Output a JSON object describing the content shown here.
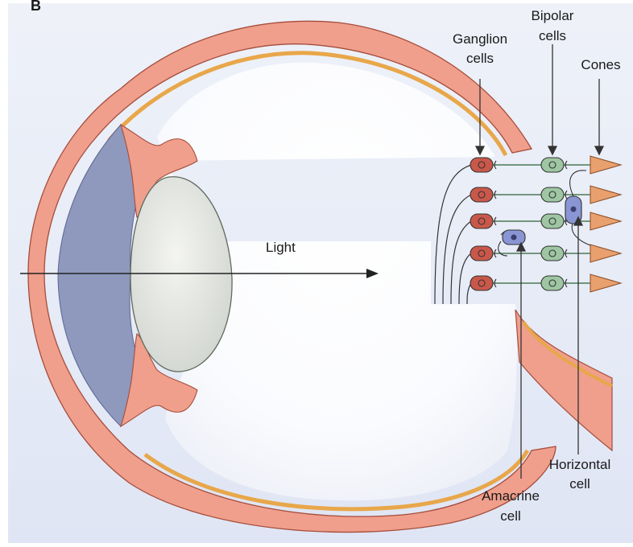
{
  "figure": {
    "panel_letter": "B"
  },
  "labels": {
    "light": "Light",
    "ganglion": [
      "Ganglion",
      "cells"
    ],
    "bipolar": [
      "Bipolar",
      "cells"
    ],
    "cones": "Cones",
    "horizontal": [
      "Horizontal",
      "cell"
    ],
    "amacrine": [
      "Amacrine",
      "cell"
    ]
  },
  "colors": {
    "paper": "#e9eef8",
    "sclera": "#ef9f8c",
    "sclera_stroke": "#a64c3a",
    "choroid": "#e8a74a",
    "iris": "#8e99bd",
    "lens": "#d9dcd8",
    "ganglion_cell": "#c9584a",
    "bipolar_cell": "#9ec6a2",
    "interneuron": "#8a96d3",
    "cone": "#e8a06e",
    "line": "#333333"
  }
}
